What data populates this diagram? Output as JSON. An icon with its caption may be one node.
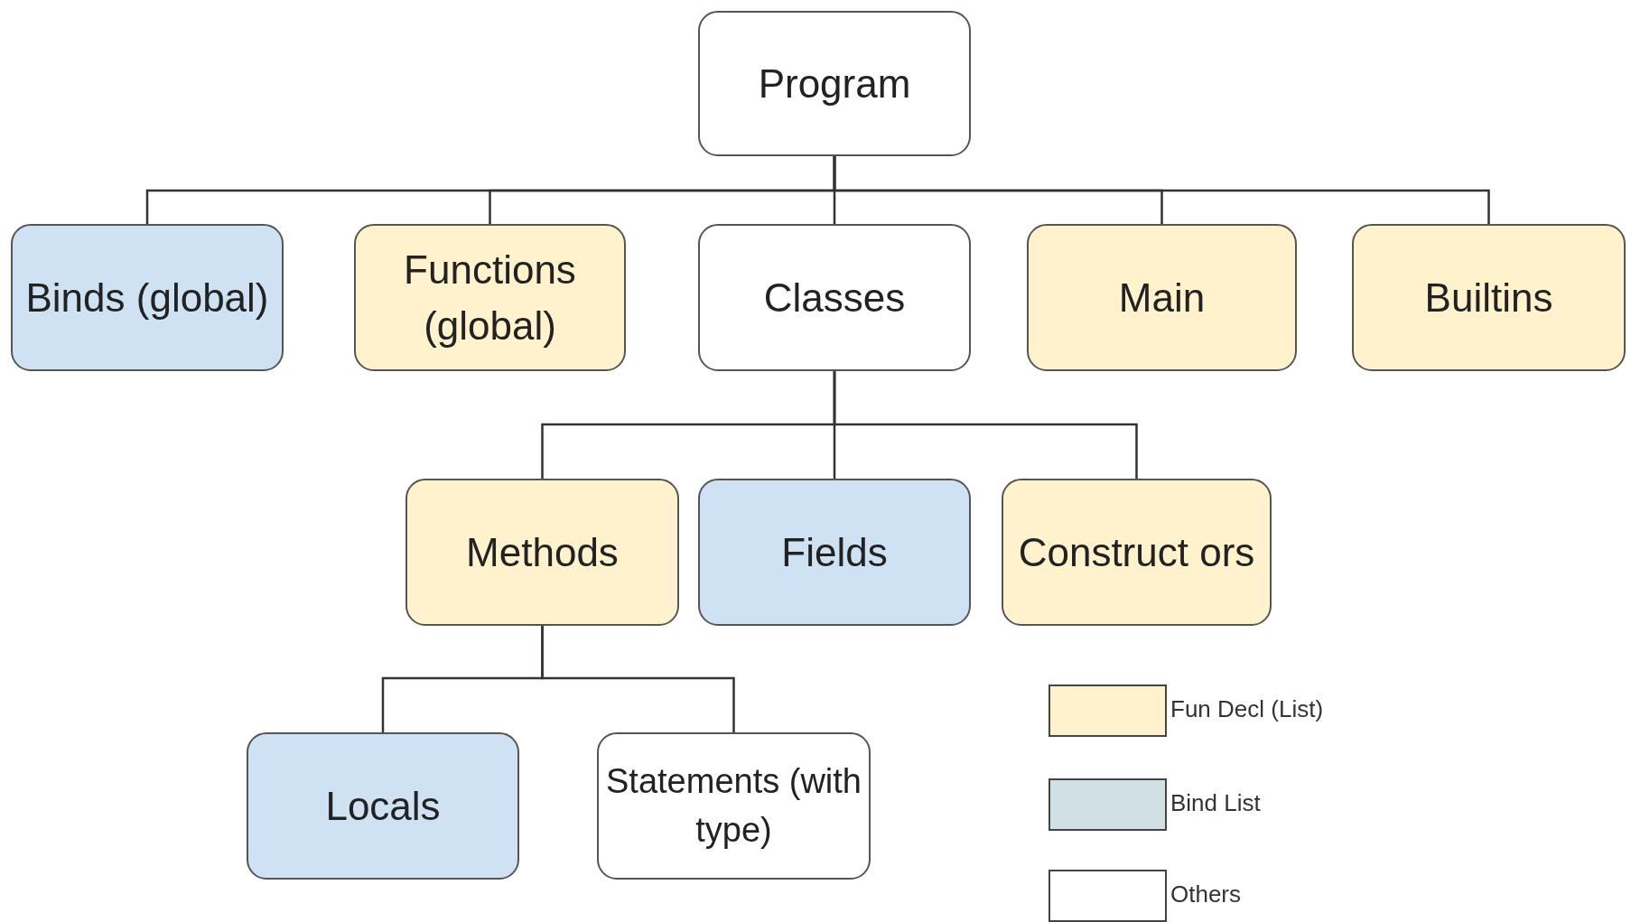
{
  "diagram": {
    "nodes": [
      {
        "text": [
          "Program"
        ]
      },
      {
        "text": [
          "Binds (global)"
        ]
      },
      {
        "text": [
          "Functions (global)"
        ]
      },
      {
        "text": [
          "Classes"
        ]
      },
      {
        "text": [
          "Main"
        ]
      },
      {
        "text": [
          "Builtins"
        ]
      },
      {
        "text": [
          "Methods"
        ]
      },
      {
        "text": [
          "Fields"
        ]
      },
      {
        "text": [
          "Construct ors"
        ]
      },
      {
        "text": [
          "Locals"
        ]
      },
      {
        "text": [
          "Statements (with type)"
        ]
      }
    ],
    "edges": [
      {
        "from": 0,
        "to": 1,
        "arrow": "none"
      },
      {
        "from": 0,
        "to": 2,
        "arrow": "none"
      },
      {
        "from": 0,
        "to": 3,
        "arrow": "none"
      },
      {
        "from": 0,
        "to": 4,
        "arrow": "none"
      },
      {
        "from": 0,
        "to": 5,
        "arrow": "none"
      },
      {
        "from": 3,
        "to": 6,
        "arrow": "none"
      },
      {
        "from": 3,
        "to": 7,
        "arrow": "none"
      },
      {
        "from": 3,
        "to": 8,
        "arrow": "none"
      },
      {
        "from": 6,
        "to": 9,
        "arrow": "none"
      },
      {
        "from": 6,
        "to": 10,
        "arrow": "none"
      }
    ],
    "legend": [
      {
        "text": "Fun Decl (List)",
        "color": "#fff2cc"
      },
      {
        "text": "Bind List",
        "color": "#d0e0e3"
      },
      {
        "text": "Others",
        "color": "#ffffff"
      }
    ]
  }
}
